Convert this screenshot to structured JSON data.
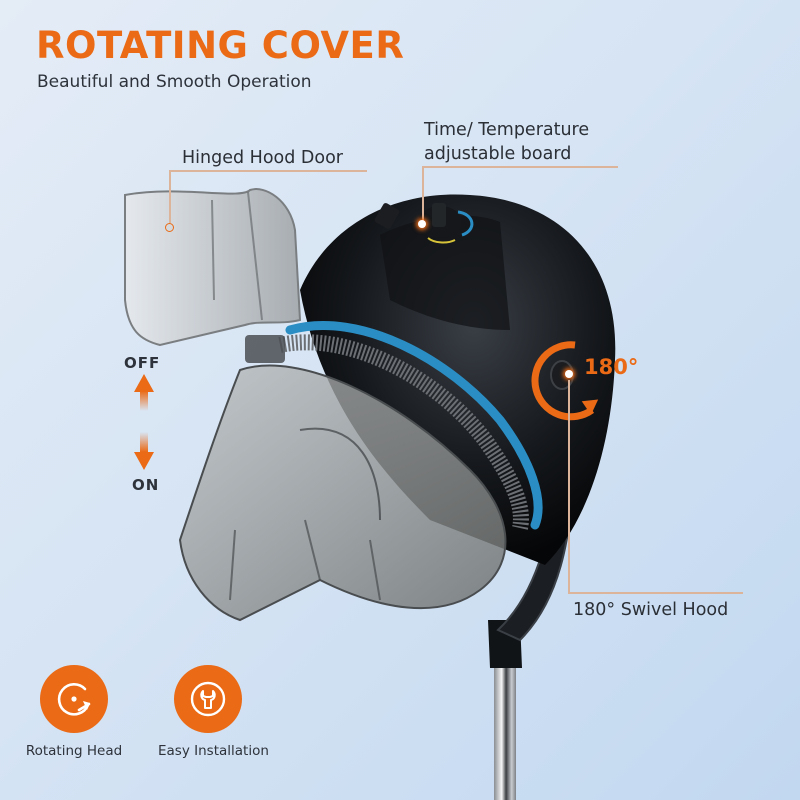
{
  "header": {
    "title": "ROTATING COVER",
    "subtitle": "Beautiful and Smooth Operation"
  },
  "callouts": {
    "hinged_door": "Hinged Hood Door",
    "control_board_line1": "Time/ Temperature",
    "control_board_line2": "adjustable board",
    "swivel": "180° Swivel Hood",
    "rotation_angle": "180°"
  },
  "switch_indicator": {
    "off_label": "OFF",
    "on_label": "ON"
  },
  "features": [
    {
      "label": "Rotating Head",
      "icon": "rotate-icon"
    },
    {
      "label": "Easy Installation",
      "icon": "wrench-icon"
    }
  ],
  "colors": {
    "accent": "#ea6a16",
    "text": "#2b2f36",
    "leader_line": "#dcb49a",
    "band": "#2a8ec4",
    "background": "#d6e4f4"
  }
}
